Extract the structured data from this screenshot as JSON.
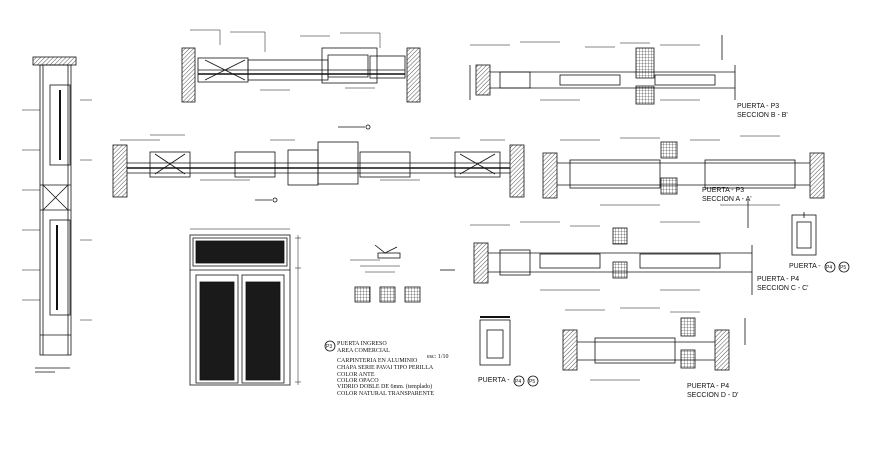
{
  "sections": {
    "p3_bb": {
      "title": "PUERTA - P3",
      "subtitle": "SECCION B - B'"
    },
    "p3_aa": {
      "title": "PUERTA - P3",
      "subtitle": "SECCION A - A'"
    },
    "p4_cc": {
      "title": "PUERTA - P4",
      "subtitle": "SECCION C - C'"
    },
    "p4_dd": {
      "title": "PUERTA - P4",
      "subtitle": "SECCION D - D'"
    }
  },
  "door_tags": {
    "right": {
      "prefix": "PUERTA - ",
      "tag1": "P4",
      "tag2": "P5"
    },
    "bottom": {
      "prefix": "PUERTA - ",
      "tag1": "P4",
      "tag2": "P5"
    }
  },
  "entry_door_notes": {
    "tag": "P3",
    "title_line1": "PUERTA INGRESO",
    "title_line2": "AREA COMERCIAL",
    "scale": "esc: 1/10",
    "spec_lines": [
      "CARPINTERIA EN ALUMINIO",
      "CHAPA SERIE PAVAI TIPO PERILLA",
      "COLOR ANTE",
      "COLOR OPACO",
      "VIDRIO DOBLE DE 6mm. (templado)",
      "COLOR NATURAL TRANSPARENTE"
    ]
  },
  "colors": {
    "line": "#111111",
    "hatch": "#555555",
    "fill": "#1a1a1a"
  }
}
